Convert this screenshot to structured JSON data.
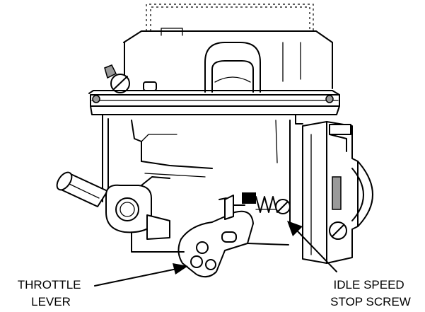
{
  "labels": {
    "throttle_lever": [
      "THROTTLE",
      "LEVER"
    ],
    "idle_speed_stop_screw": [
      "IDLE SPEED",
      "STOP SCREW"
    ]
  },
  "colors": {
    "line": "#000000",
    "background": "#ffffff",
    "shade": "#9a9a9a"
  }
}
